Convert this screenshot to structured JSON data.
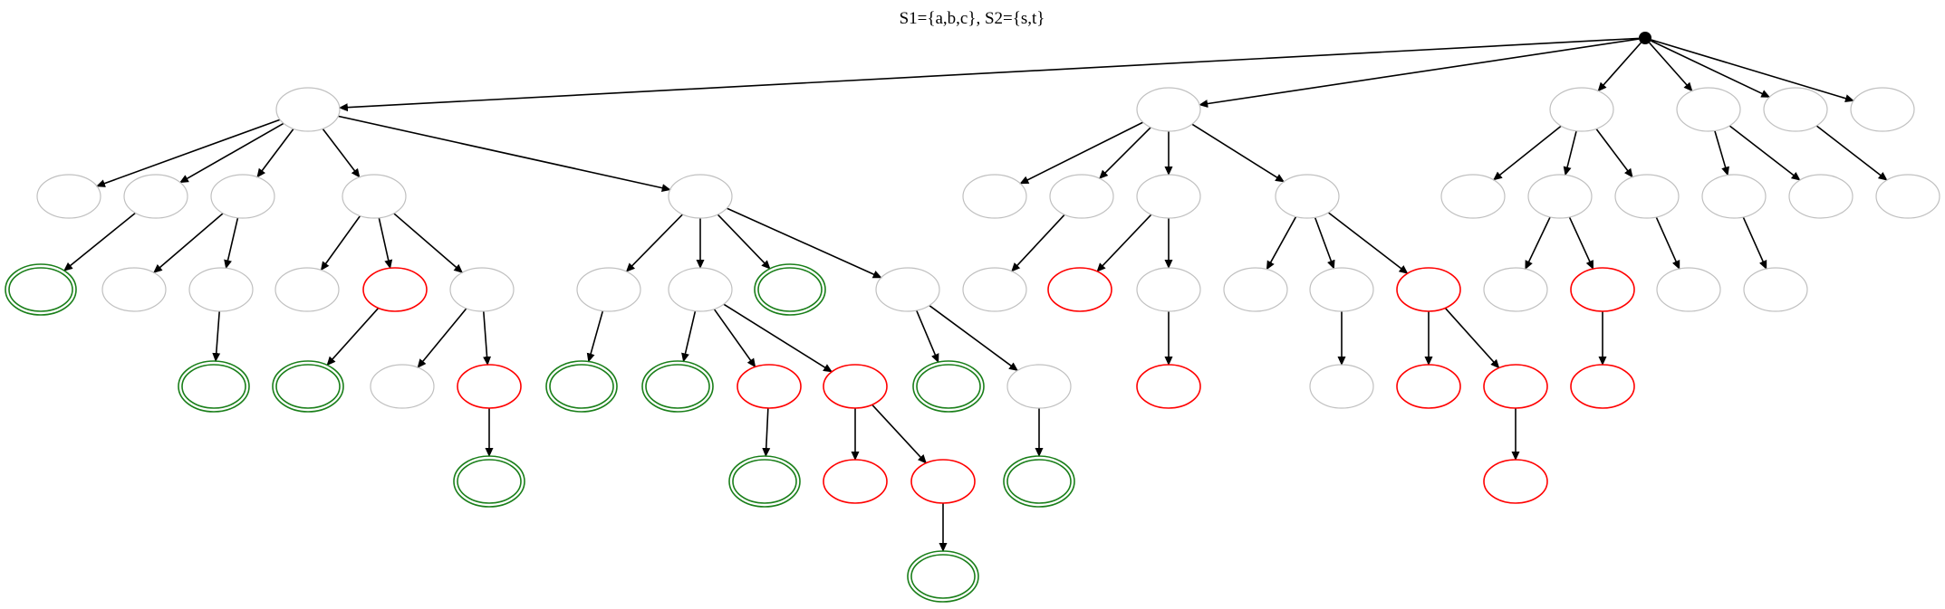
{
  "title": "S1={a,b,c}, S2={s,t}",
  "colors": {
    "gray": "#c0c0c0",
    "red": "#ff0000",
    "green": "#1a7f1a",
    "edge": "#000000",
    "root": "#000000"
  },
  "root": "n0",
  "nodes": [
    {
      "id": "n0",
      "kind": "root"
    },
    {
      "id": "A",
      "kind": "gray"
    },
    {
      "id": "B",
      "kind": "gray"
    },
    {
      "id": "C",
      "kind": "gray"
    },
    {
      "id": "D",
      "kind": "gray"
    },
    {
      "id": "E",
      "kind": "gray"
    },
    {
      "id": "F",
      "kind": "gray"
    },
    {
      "id": "A1",
      "kind": "gray"
    },
    {
      "id": "A2",
      "kind": "gray"
    },
    {
      "id": "A3",
      "kind": "gray"
    },
    {
      "id": "A4",
      "kind": "gray"
    },
    {
      "id": "A5",
      "kind": "gray"
    },
    {
      "id": "A2a",
      "kind": "green"
    },
    {
      "id": "A3a",
      "kind": "gray"
    },
    {
      "id": "A3b",
      "kind": "gray"
    },
    {
      "id": "A3b1",
      "kind": "green"
    },
    {
      "id": "A4a",
      "kind": "gray"
    },
    {
      "id": "A4b",
      "kind": "red"
    },
    {
      "id": "A4c",
      "kind": "gray"
    },
    {
      "id": "A4b1",
      "kind": "green"
    },
    {
      "id": "A4c1",
      "kind": "gray"
    },
    {
      "id": "A4c2",
      "kind": "red"
    },
    {
      "id": "A4c2a",
      "kind": "green"
    },
    {
      "id": "A5a",
      "kind": "gray"
    },
    {
      "id": "A5b",
      "kind": "gray"
    },
    {
      "id": "A5c",
      "kind": "green"
    },
    {
      "id": "A5d",
      "kind": "gray"
    },
    {
      "id": "A5a1",
      "kind": "green"
    },
    {
      "id": "A5b1",
      "kind": "green"
    },
    {
      "id": "A5b2",
      "kind": "red"
    },
    {
      "id": "A5b3",
      "kind": "red"
    },
    {
      "id": "A5b2a",
      "kind": "green"
    },
    {
      "id": "A5b3a",
      "kind": "red"
    },
    {
      "id": "A5b3b",
      "kind": "red"
    },
    {
      "id": "A5b3b1",
      "kind": "green"
    },
    {
      "id": "A5d1",
      "kind": "green"
    },
    {
      "id": "A5d2",
      "kind": "gray"
    },
    {
      "id": "A5d2a",
      "kind": "green"
    },
    {
      "id": "B1",
      "kind": "gray"
    },
    {
      "id": "B2",
      "kind": "gray"
    },
    {
      "id": "B3",
      "kind": "gray"
    },
    {
      "id": "B4",
      "kind": "gray"
    },
    {
      "id": "B2a",
      "kind": "gray"
    },
    {
      "id": "B3a",
      "kind": "red"
    },
    {
      "id": "B3b",
      "kind": "gray"
    },
    {
      "id": "B3b1",
      "kind": "red"
    },
    {
      "id": "B4a",
      "kind": "gray"
    },
    {
      "id": "B4b",
      "kind": "gray"
    },
    {
      "id": "B4c",
      "kind": "red"
    },
    {
      "id": "B4b1",
      "kind": "gray"
    },
    {
      "id": "B4c1",
      "kind": "red"
    },
    {
      "id": "B4c2",
      "kind": "red"
    },
    {
      "id": "B4c2a",
      "kind": "red"
    },
    {
      "id": "C1",
      "kind": "gray"
    },
    {
      "id": "C2",
      "kind": "gray"
    },
    {
      "id": "C3",
      "kind": "gray"
    },
    {
      "id": "C2a",
      "kind": "gray"
    },
    {
      "id": "C2b",
      "kind": "red"
    },
    {
      "id": "C2b1",
      "kind": "red"
    },
    {
      "id": "C3a",
      "kind": "gray"
    },
    {
      "id": "D1",
      "kind": "gray"
    },
    {
      "id": "D2",
      "kind": "gray"
    },
    {
      "id": "D1a",
      "kind": "gray"
    },
    {
      "id": "E1",
      "kind": "gray"
    }
  ],
  "edges": [
    [
      "n0",
      "A"
    ],
    [
      "n0",
      "B"
    ],
    [
      "n0",
      "C"
    ],
    [
      "n0",
      "D"
    ],
    [
      "n0",
      "E"
    ],
    [
      "n0",
      "F"
    ],
    [
      "A",
      "A1"
    ],
    [
      "A",
      "A2"
    ],
    [
      "A",
      "A3"
    ],
    [
      "A",
      "A4"
    ],
    [
      "A",
      "A5"
    ],
    [
      "A2",
      "A2a"
    ],
    [
      "A3",
      "A3a"
    ],
    [
      "A3",
      "A3b"
    ],
    [
      "A3b",
      "A3b1"
    ],
    [
      "A4",
      "A4a"
    ],
    [
      "A4",
      "A4b"
    ],
    [
      "A4",
      "A4c"
    ],
    [
      "A4b",
      "A4b1"
    ],
    [
      "A4c",
      "A4c1"
    ],
    [
      "A4c",
      "A4c2"
    ],
    [
      "A4c2",
      "A4c2a"
    ],
    [
      "A5",
      "A5a"
    ],
    [
      "A5",
      "A5b"
    ],
    [
      "A5",
      "A5c"
    ],
    [
      "A5",
      "A5d"
    ],
    [
      "A5a",
      "A5a1"
    ],
    [
      "A5b",
      "A5b1"
    ],
    [
      "A5b",
      "A5b2"
    ],
    [
      "A5b",
      "A5b3"
    ],
    [
      "A5b2",
      "A5b2a"
    ],
    [
      "A5b3",
      "A5b3a"
    ],
    [
      "A5b3",
      "A5b3b"
    ],
    [
      "A5b3b",
      "A5b3b1"
    ],
    [
      "A5d",
      "A5d1"
    ],
    [
      "A5d",
      "A5d2"
    ],
    [
      "A5d2",
      "A5d2a"
    ],
    [
      "B",
      "B1"
    ],
    [
      "B",
      "B2"
    ],
    [
      "B",
      "B3"
    ],
    [
      "B",
      "B4"
    ],
    [
      "B2",
      "B2a"
    ],
    [
      "B3",
      "B3a"
    ],
    [
      "B3",
      "B3b"
    ],
    [
      "B3b",
      "B3b1"
    ],
    [
      "B4",
      "B4a"
    ],
    [
      "B4",
      "B4b"
    ],
    [
      "B4",
      "B4c"
    ],
    [
      "B4b",
      "B4b1"
    ],
    [
      "B4c",
      "B4c1"
    ],
    [
      "B4c",
      "B4c2"
    ],
    [
      "B4c2",
      "B4c2a"
    ],
    [
      "C",
      "C1"
    ],
    [
      "C",
      "C2"
    ],
    [
      "C",
      "C3"
    ],
    [
      "C2",
      "C2a"
    ],
    [
      "C2",
      "C2b"
    ],
    [
      "C2b",
      "C2b1"
    ],
    [
      "C3",
      "C3a"
    ],
    [
      "D",
      "D1"
    ],
    [
      "D",
      "D2"
    ],
    [
      "D1",
      "D1a"
    ],
    [
      "E",
      "E1"
    ]
  ]
}
